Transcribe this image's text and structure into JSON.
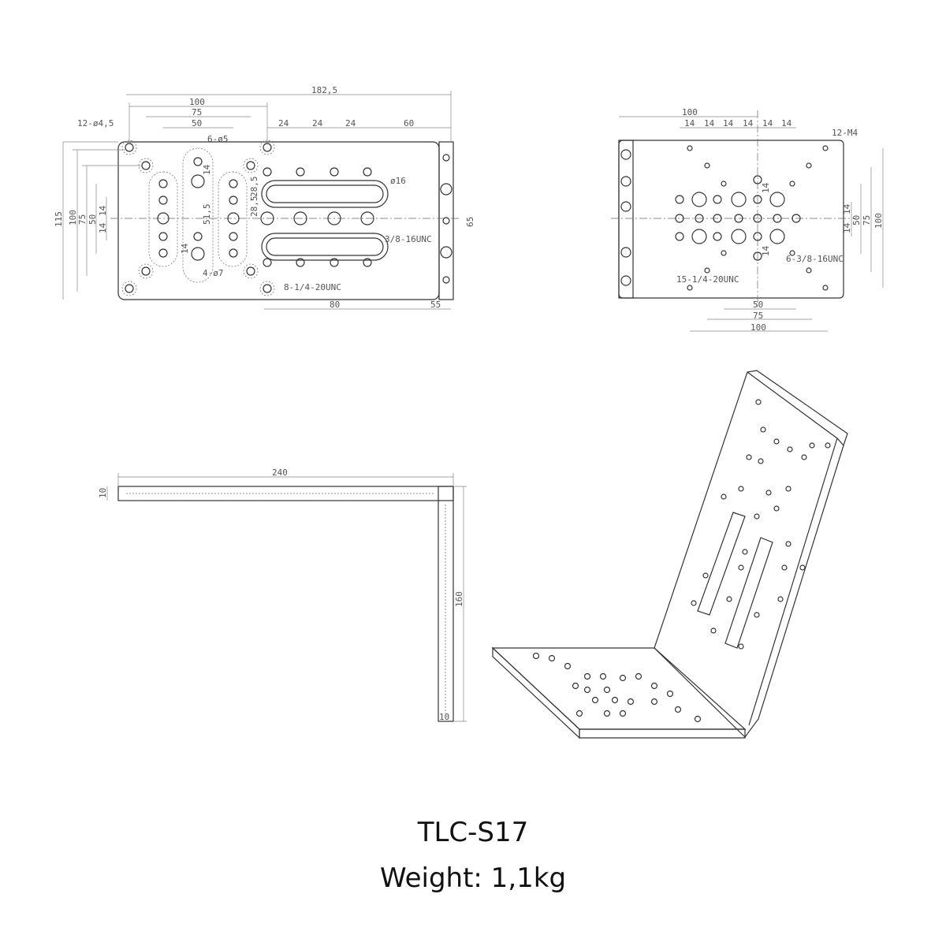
{
  "top_view": {
    "dims": [
      "182,5",
      "100",
      "75",
      "50",
      "24",
      "24",
      "24",
      "60",
      "115",
      "100",
      "75",
      "50",
      "14",
      "14",
      "14",
      "51,5",
      "28,5",
      "28,5",
      "65",
      "80",
      "55",
      "14"
    ],
    "callouts": [
      "12-ø4,5",
      "6-ø5",
      "ø16",
      "3/8-16UNC",
      "4-ø7",
      "8-1/4-20UNC"
    ]
  },
  "side_view": {
    "dims": [
      "100",
      "14",
      "14",
      "14",
      "14",
      "14",
      "14",
      "14",
      "14",
      "50",
      "75",
      "100",
      "14",
      "14",
      "50",
      "75",
      "100"
    ],
    "callouts": [
      "12-M4",
      "6-3/8-16UNC",
      "15-1/4-20UNC"
    ]
  },
  "front_view": {
    "dims": [
      "240",
      "10",
      "160",
      "10"
    ]
  },
  "product": {
    "model": "TLC-S17",
    "weight": "Weight: 1,1kg"
  }
}
